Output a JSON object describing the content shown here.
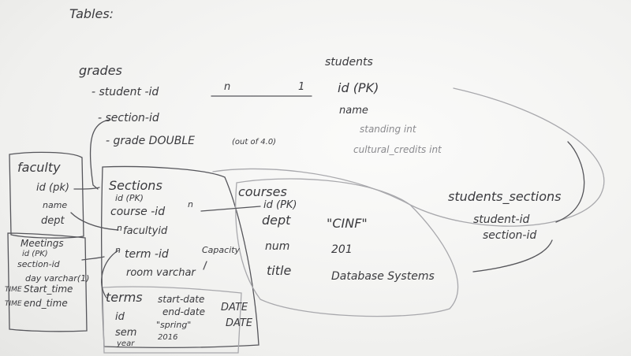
{
  "title": "Tables:",
  "grades": {
    "heading": "grades",
    "fields": [
      "- student -id",
      "- section-id",
      "- grade  DOUBLE",
      "(out of 4.0)"
    ],
    "card_many": "n",
    "card_one": "1"
  },
  "students": {
    "heading": "students",
    "fields": [
      "id  (PK)",
      "name",
      "standing  int",
      "cultural_credits  int"
    ]
  },
  "faculty": {
    "heading": "faculty",
    "fields": [
      "id  (pk)",
      "name",
      "dept"
    ]
  },
  "meetings": {
    "heading": "Meetings",
    "fields": [
      "id (PK)",
      "section-id",
      "day  varchar(1)",
      "TIME",
      "Start_time",
      "TIME",
      "end_time"
    ]
  },
  "sections": {
    "heading": "Sections",
    "fields": [
      "id (PK)",
      "course -id",
      "facultyid",
      "term -id",
      "room  varchar"
    ],
    "card_n1": "n",
    "card_n2": "n",
    "card_n3": "n",
    "note": "Capacity"
  },
  "courses": {
    "heading": "courses",
    "fields": [
      "id  (PK)",
      "dept",
      "num",
      "title"
    ],
    "values": [
      "\"CINF\"",
      "201",
      "Database Systems"
    ]
  },
  "terms": {
    "heading": "terms",
    "fields": [
      "id",
      "sem",
      "year"
    ],
    "extra": [
      "start-date",
      "end-date",
      "DATE",
      "DATE",
      "\"spring\"",
      "2016"
    ]
  },
  "students_sections": {
    "heading": "students_sections",
    "fields": [
      "student-id",
      "section-id"
    ]
  }
}
